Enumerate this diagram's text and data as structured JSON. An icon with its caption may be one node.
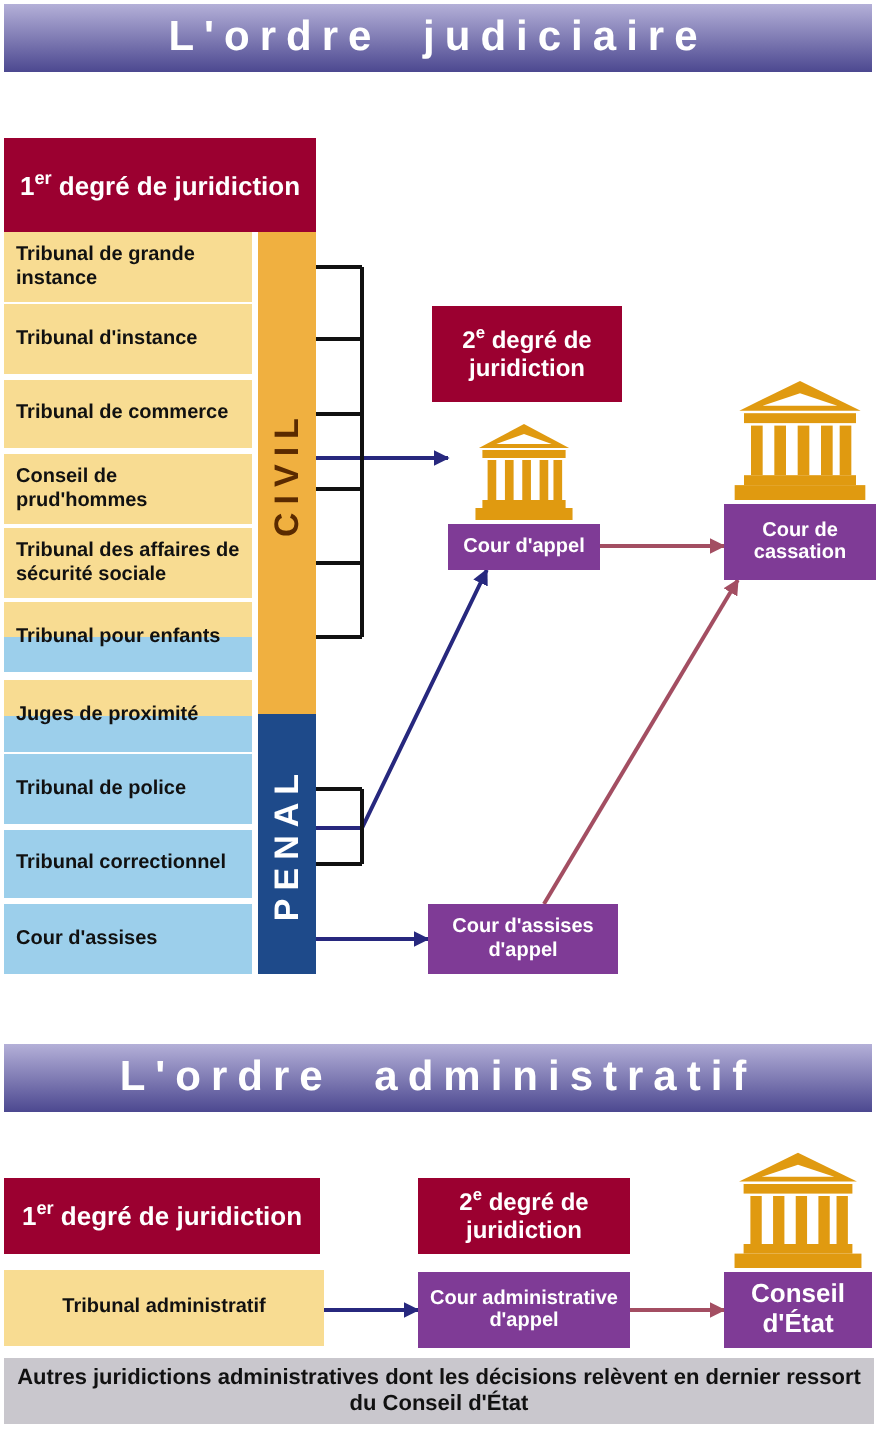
{
  "diagram": {
    "title": "L'ordre judiciaire",
    "nodes": [
      {
        "text": [
          "1$^{er}$ degré de juridiction"
        ]
      },
      {
        "text": [
          "Tribunal de grande instance"
        ]
      },
      {
        "text": [
          "Tribunal d'instance"
        ]
      },
      {
        "text": [
          "Tribunal de commerce"
        ]
      },
      {
        "text": [
          "Conseil de prud'hommes"
        ]
      },
      {
        "text": [
          "Tribunal des affaires de sécurité sociale"
        ]
      },
      {
        "text": [
          "Tribunal pour enfants"
        ]
      },
      {
        "text": [
          "Juges de proximité"
        ]
      },
      {
        "text": [
          "Tribunal de police"
        ]
      },
      {
        "text": [
          "Tribunal correctionnel"
        ]
      },
      {
        "text": [
          "Cour d'assises"
        ]
      },
      {
        "text": [
          "CIVIL"
        ]
      },
      {
        "text": [
          "PENAL"
        ]
      },
      {
        "text": [
          "2$^{e}$ degré de juridiction"
        ]
      },
      {
        "text": [
          "Cour d'appel"
        ]
      },
      {
        "text": [
          "Cour de cassation"
        ]
      },
      {
        "text": [
          "Cour d'assises d'appel"
        ]
      },
      {
        "text": [
          "1$^{er}$ degré de juridiction"
        ]
      },
      {
        "text": [
          "2$^{e}$ degré de juridiction"
        ]
      },
      {
        "text": [
          "Tribunal administratif"
        ]
      },
      {
        "text": [
          "Cour administrative d'appel"
        ]
      },
      {
        "text": [
          "Conseil d'État"
        ]
      },
      {
        "text": [
          "Autres juridictions administratives dont les décisions relèvent en dernier ressort du Conseil d'État"
        ]
      }
    ],
    "edges": [
      {
        "from": 11,
        "to": 14,
        "arrow": "to"
      },
      {
        "from": 12,
        "to": 14,
        "arrow": "to"
      },
      {
        "from": 12,
        "to": 16,
        "arrow": "to"
      },
      {
        "from": 14,
        "to": 15,
        "arrow": "to",
        "color": "#a34e62"
      },
      {
        "from": 16,
        "to": 15,
        "arrow": "to",
        "color": "#a34e62"
      },
      {
        "from": 19,
        "to": 20,
        "arrow": "to"
      },
      {
        "from": 20,
        "to": 21,
        "arrow": "to",
        "color": "#a34e62"
      }
    ],
    "labels": [
      "L'ordre administratif"
    ]
  }
}
